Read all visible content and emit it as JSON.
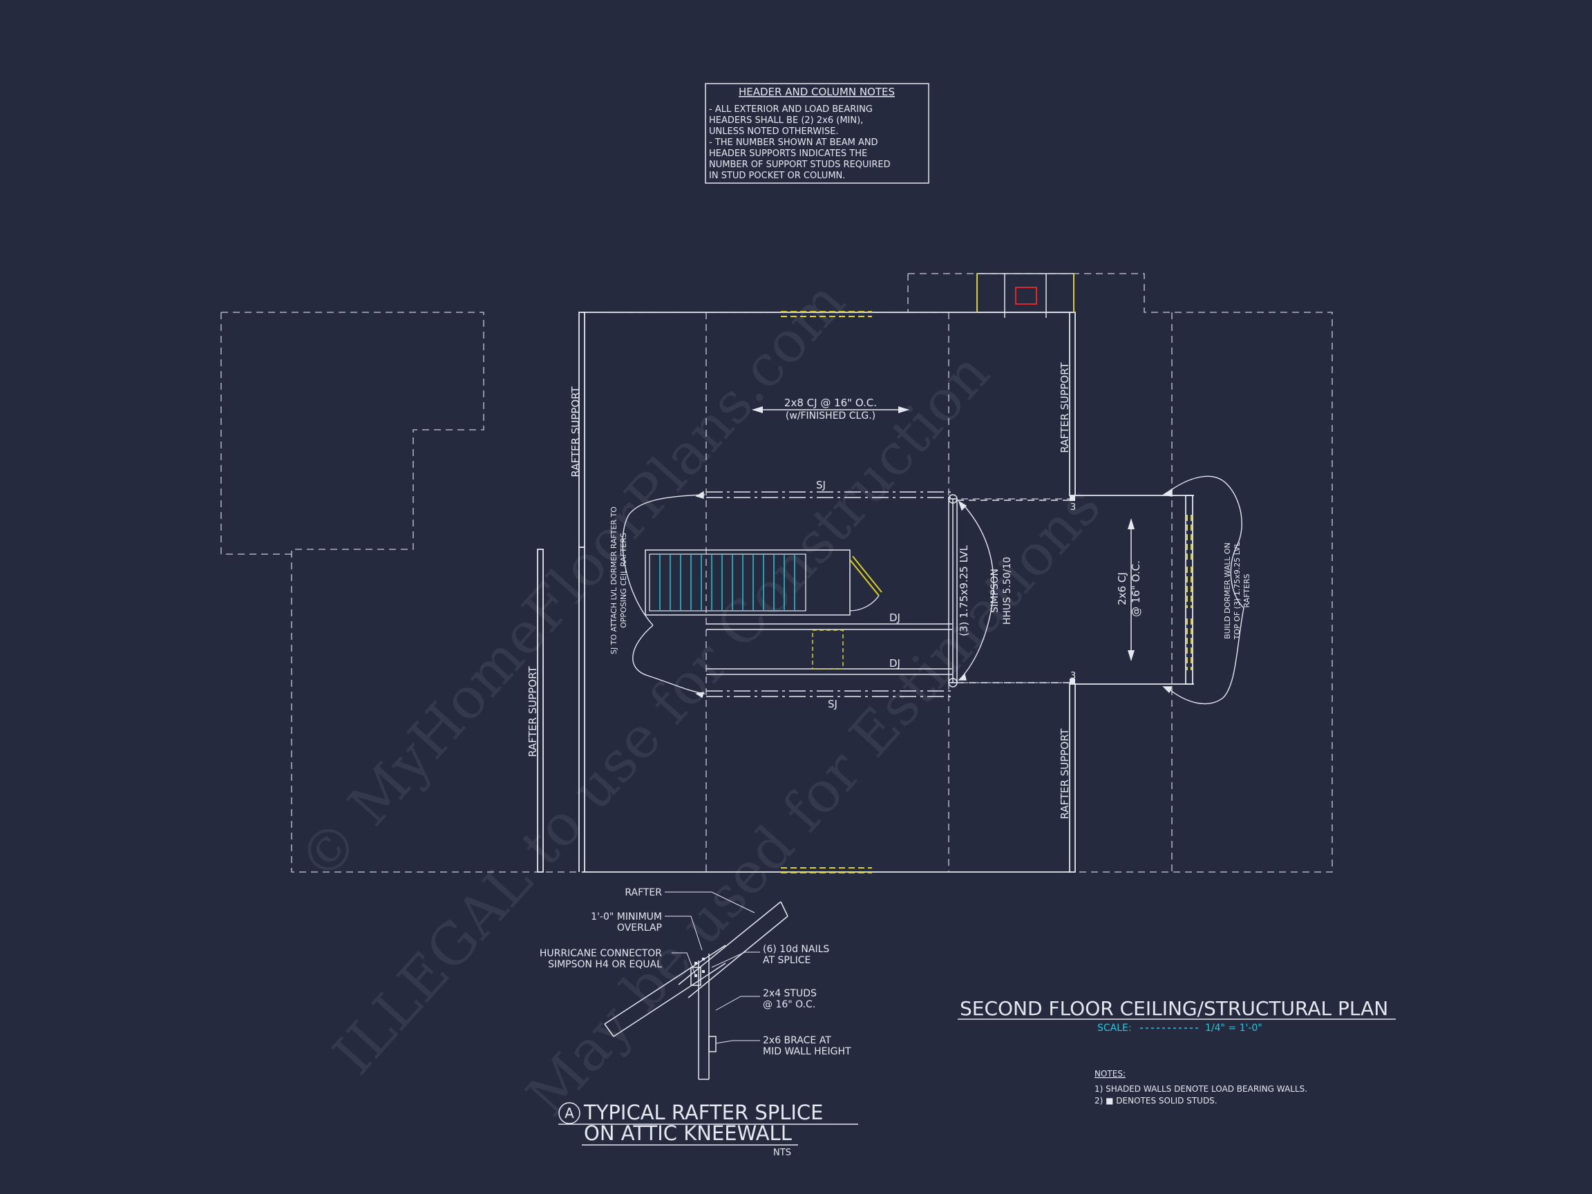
{
  "header_notes": {
    "title": "HEADER AND COLUMN NOTES",
    "lines": [
      "- ALL EXTERIOR AND LOAD BEARING",
      "HEADERS SHALL BE (2) 2x6 (MIN),",
      "UNLESS NOTED OTHERWISE.",
      "- THE NUMBER SHOWN AT BEAM AND",
      "HEADER SUPPORTS INDICATES THE",
      "NUMBER OF SUPPORT STUDS REQUIRED",
      "IN STUD POCKET OR COLUMN."
    ]
  },
  "plan_labels": {
    "ceiling_joists": "2x8 CJ @ 16\" O.C.",
    "ceiling_joists_sub": "(w/FINISHED CLG.)",
    "sj_top": "SJ",
    "sj_bottom": "SJ",
    "dj_top": "DJ",
    "dj_bottom": "DJ",
    "rafter_support_1": "RAFTER SUPPORT",
    "rafter_support_2": "RAFTER SUPPORT",
    "rafter_support_3": "RAFTER SUPPORT",
    "rafter_support_4": "RAFTER SUPPORT",
    "sj_note_line1": "SJ TO ATTACH LVL DORMER RAFTER TO",
    "sj_note_line2": "OPPOSING CEIL RAFTERS",
    "lvl_beam": "(3) 1.75x9.25 LVL",
    "simpson_line1": "SIMPSON",
    "simpson_line2": "HHUS 5.50/10",
    "dormer_cj_line1": "2x6 CJ",
    "dormer_cj_line2": "@ 16\" O.C.",
    "dormer_note_line1": "BUILD DORMER WALL ON",
    "dormer_note_line2": "TOP OF (3) 1.75x9.25 LVL",
    "dormer_note_line3": "RAFTERS",
    "stud_count_top": "3",
    "stud_count_bottom": "3"
  },
  "detail": {
    "rafter": "RAFTER",
    "overlap_line1": "1'-0\" MINIMUM",
    "overlap_line2": "OVERLAP",
    "hurricane_line1": "HURRICANE CONNECTOR",
    "hurricane_line2": "SIMPSON H4 OR EQUAL",
    "nails_line1": "(6) 10d NAILS",
    "nails_line2": "AT SPLICE",
    "studs_line1": "2x4 STUDS",
    "studs_line2": "@ 16\" O.C.",
    "brace_line1": "2x6 BRACE AT",
    "brace_line2": "MID WALL HEIGHT",
    "marker": "A",
    "title_line1": "TYPICAL RAFTER SPLICE",
    "title_line2": "ON ATTIC KNEEWALL",
    "nts": "NTS"
  },
  "title_block": {
    "title": "SECOND FLOOR CEILING/STRUCTURAL PLAN",
    "scale_label": "SCALE:",
    "scale_value": "1/4\" = 1'-0\""
  },
  "notes": {
    "heading": "NOTES:",
    "line1": "1) SHADED WALLS DENOTE LOAD BEARING WALLS.",
    "line2": "2) ■ DENOTES SOLID STUDS."
  },
  "watermark": {
    "line1": "© MyHomeFloorPlans.com",
    "line2": "ILLEGAL to use for Construction",
    "line3": "May be used for Estimations"
  },
  "colors": {
    "background": "#252a3f",
    "linework": "#e6e8f0",
    "accent_yellow": "#d8cf2a",
    "accent_cyan": "#2bc4d9",
    "accent_red": "#e02828"
  }
}
